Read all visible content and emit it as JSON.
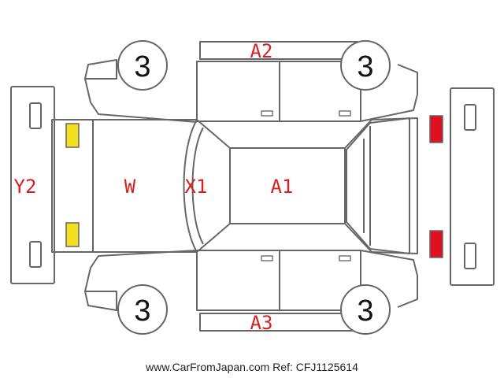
{
  "labels": {
    "a1": "A1",
    "a2": "A2",
    "a3": "A3",
    "x1": "X1",
    "w": "W",
    "y2": "Y2"
  },
  "tires": {
    "front_left": "3",
    "front_right": "3",
    "rear_left": "3",
    "rear_right": "3"
  },
  "footer": "www.CarFromJapan.com Ref: CFJ1125614",
  "colors": {
    "damage_code": "#d81e1e",
    "front_lamp": "#f0e020",
    "rear_lamp": "#e01020",
    "outline": "#666666"
  }
}
